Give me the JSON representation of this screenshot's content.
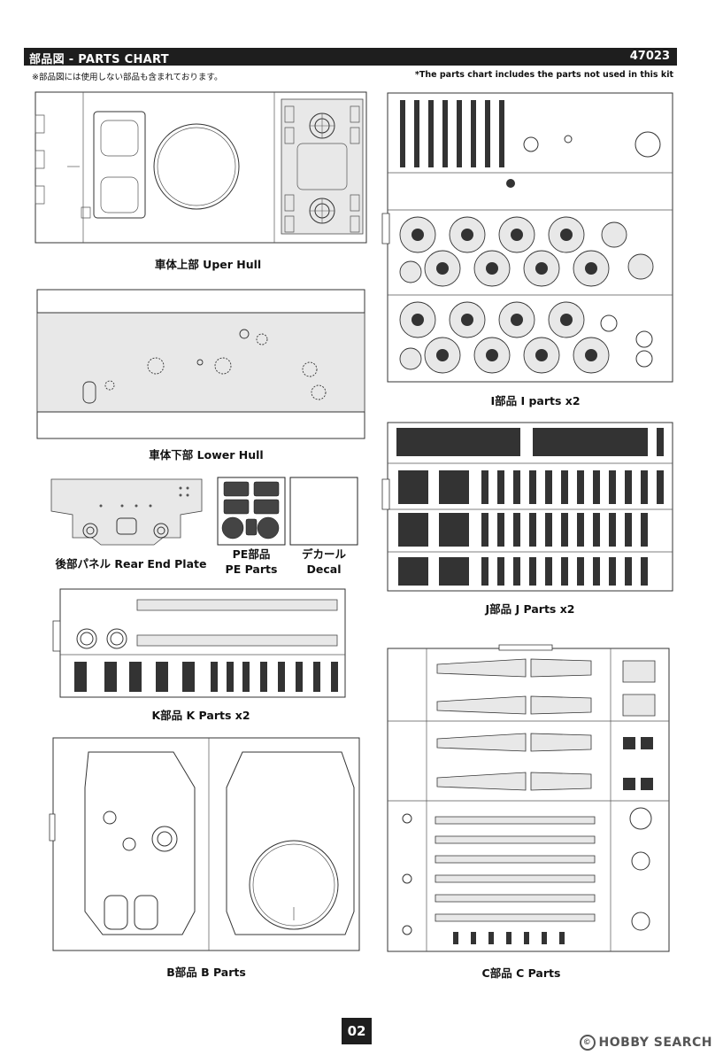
{
  "header": {
    "title": "部品図 - PARTS CHART",
    "code": "47023"
  },
  "notes": {
    "jp": "※部品図には使用しない部品も含まれております。",
    "en": "*The parts chart includes the parts not used in this kit"
  },
  "sections": {
    "upper_hull": "車体上部 Uper Hull",
    "lower_hull": "車体下部 Lower Hull",
    "rear_plate": "後部パネル Rear End Plate",
    "pe_jp": "PE部品",
    "pe_en": "PE Parts",
    "decal_jp": "デカール",
    "decal_en": "Decal",
    "i_parts": "I部品 I parts x2",
    "j_parts": "J部品 J Parts x2",
    "k_parts": "K部品 K Parts x2",
    "b_parts": "B部品 B Parts",
    "c_parts": "C部品 C Parts"
  },
  "page_number": "02",
  "watermark": {
    "mark": "©",
    "text": "HOBBY SEARCH"
  }
}
